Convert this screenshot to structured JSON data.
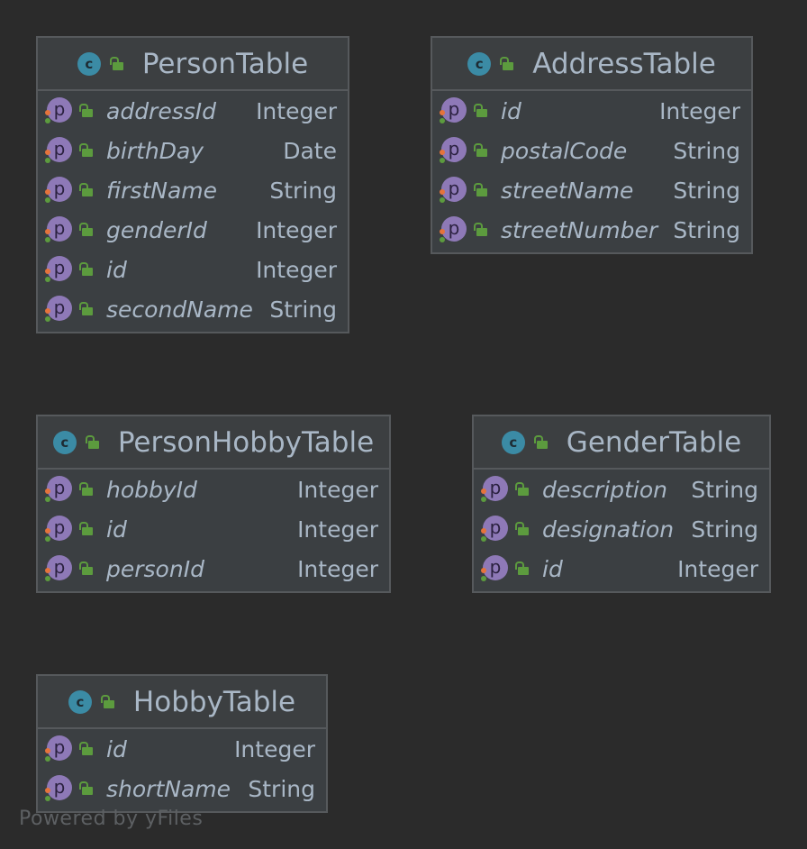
{
  "diagram": {
    "classes": [
      {
        "name": "PersonTable",
        "icon": "class-icon",
        "fields": [
          {
            "name": "addressId",
            "type": "Integer"
          },
          {
            "name": "birthDay",
            "type": "Date"
          },
          {
            "name": "firstName",
            "type": "String"
          },
          {
            "name": "genderId",
            "type": "Integer"
          },
          {
            "name": "id",
            "type": "Integer"
          },
          {
            "name": "secondName",
            "type": "String"
          }
        ]
      },
      {
        "name": "AddressTable",
        "icon": "class-icon",
        "fields": [
          {
            "name": "id",
            "type": "Integer"
          },
          {
            "name": "postalCode",
            "type": "String"
          },
          {
            "name": "streetName",
            "type": "String"
          },
          {
            "name": "streetNumber",
            "type": "String"
          }
        ]
      },
      {
        "name": "PersonHobbyTable",
        "icon": "class-icon",
        "fields": [
          {
            "name": "hobbyId",
            "type": "Integer"
          },
          {
            "name": "id",
            "type": "Integer"
          },
          {
            "name": "personId",
            "type": "Integer"
          }
        ]
      },
      {
        "name": "GenderTable",
        "icon": "class-icon",
        "fields": [
          {
            "name": "description",
            "type": "String"
          },
          {
            "name": "designation",
            "type": "String"
          },
          {
            "name": "id",
            "type": "Integer"
          }
        ]
      },
      {
        "name": "HobbyTable",
        "icon": "class-icon",
        "fields": [
          {
            "name": "id",
            "type": "Integer"
          },
          {
            "name": "shortName",
            "type": "String"
          }
        ]
      }
    ],
    "class_icon_letter": "c",
    "property_icon_letter": "p",
    "watermark": "Powered by yFiles"
  },
  "colors": {
    "background": "#2b2b2b",
    "box": "#3b3f42",
    "border": "#56595c",
    "text": "#a9b7c6",
    "class_icon": "#3b8ba5",
    "property_icon": "#8e79b7",
    "lock": "#5c9b3e"
  }
}
